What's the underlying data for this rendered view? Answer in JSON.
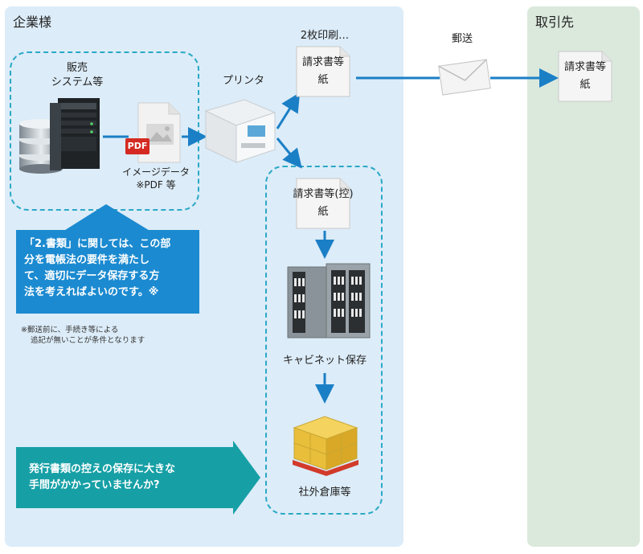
{
  "company": {
    "title": "企業様"
  },
  "partner": {
    "title": "取引先"
  },
  "sales_system": {
    "line1": "販売",
    "line2": "システム等"
  },
  "image_data": {
    "line1": "イメージデータ",
    "line2": "※PDF 等",
    "pdf_badge": "PDF"
  },
  "printer": {
    "label": "プリンタ"
  },
  "print_count": {
    "label": "2枚印刷…"
  },
  "invoice_paper": {
    "line1": "請求書等",
    "line2": "紙"
  },
  "invoice_copy": {
    "line1": "請求書等(控)",
    "line2": "紙"
  },
  "mail": {
    "label": "郵送"
  },
  "partner_invoice": {
    "line1": "請求書等",
    "line2": "紙"
  },
  "cabinet": {
    "label": "キャビネット保存"
  },
  "warehouse": {
    "label": "社外倉庫等"
  },
  "note_box": {
    "line1": "「2.書類」に関しては、この部",
    "line2": "分を電帳法の要件を満たし",
    "line3": "て、適切にデータ保存する方",
    "line4": "法を考えればよいのです。※"
  },
  "footnote": {
    "line1": "※郵送前に、手続き等による",
    "line2": "追記が無いことが条件となります"
  },
  "question_box": {
    "line1": "発行書類の控えの保存に大きな",
    "line2": "手間がかかっていませんか?"
  },
  "colors": {
    "company_bg": "#dcecf8",
    "partner_bg": "#dbe9dd",
    "accent_blue": "#1b8ad0",
    "dash_teal": "#2aa9c6",
    "teal_box": "#16a0a6",
    "pdf_red": "#d42a22"
  }
}
